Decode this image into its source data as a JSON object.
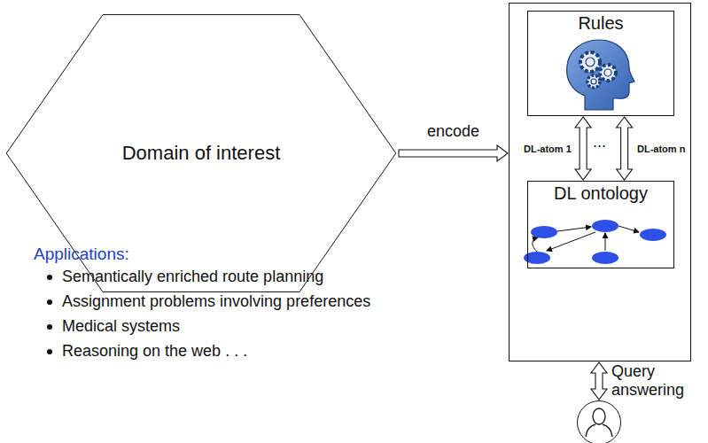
{
  "diagram": {
    "nodes": [
      {
        "text": [
          "Domain of interest"
        ]
      },
      {
        "text": []
      },
      {
        "text": [
          "Rules"
        ],
        "in": 1
      },
      {
        "text": [
          "DL ontology"
        ],
        "in": 1
      },
      {
        "text": []
      }
    ],
    "edges": [
      {
        "from": 0,
        "to": 1,
        "arrow": "to",
        "label": "encode"
      },
      {
        "from": 2,
        "to": 3,
        "arrow": "both",
        "label": "DL-atom 1"
      },
      {
        "from": 2,
        "to": 3,
        "arrow": "both",
        "label": "DL-atom n"
      },
      {
        "from": 1,
        "to": 4,
        "arrow": "both",
        "label": "Query answering"
      }
    ],
    "labels": [
      "...",
      "Applications:",
      "Semantically enriched route planning",
      "Assignment problems involving preferences",
      "Medical systems",
      "Reasoning on the web . . ."
    ]
  }
}
